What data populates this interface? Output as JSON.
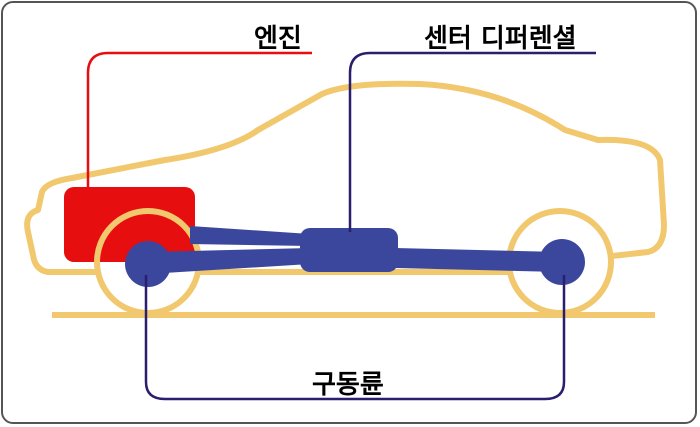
{
  "labels": {
    "engine": "엔진",
    "center_differential": "센터 디퍼렌셜",
    "drive_wheels": "구동륜"
  },
  "colors": {
    "car_outline": "#F2C86E",
    "engine": "#E60E0E",
    "drivetrain": "#3A479C",
    "engine_leader": "#E60E0E",
    "blue_leader": "#2A1F6E"
  }
}
